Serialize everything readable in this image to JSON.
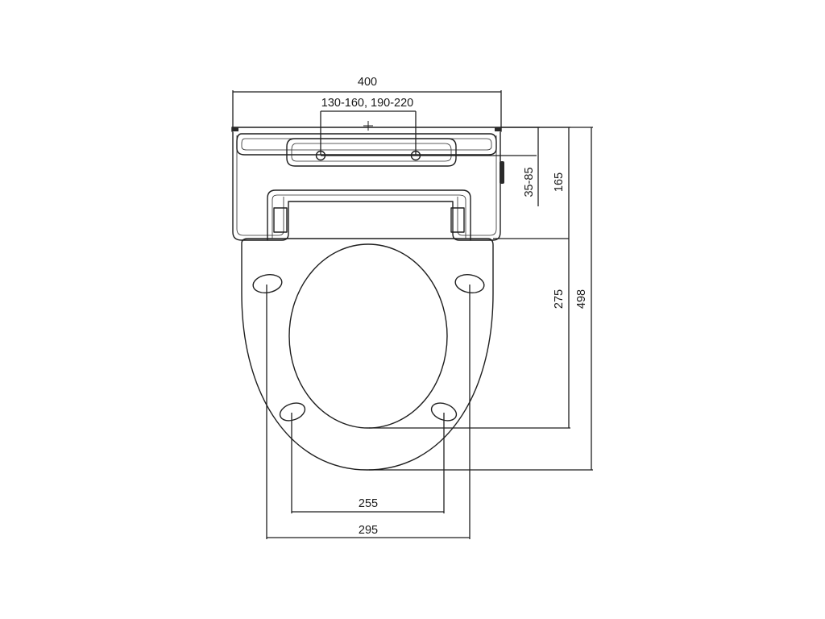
{
  "dimensions": {
    "overall_width": "400",
    "hole_spacing": "130-160, 190-220",
    "hinge_offset": "35-85",
    "hinge_depth": "165",
    "opening_length": "275",
    "overall_length": "498",
    "inner_width": "255",
    "outer_width": "295"
  },
  "colors": {
    "stroke": "#1f1f1f",
    "background": "#ffffff"
  }
}
